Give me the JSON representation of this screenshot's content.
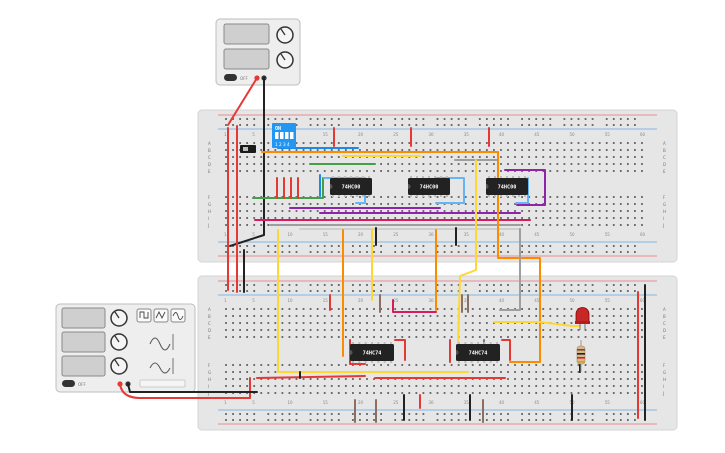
{
  "colors": {
    "board": "#e6e6e6",
    "board_edge": "#d4d4d4",
    "hole": "#5f5f5f",
    "rail_red": "#e53935",
    "rail_blue": "#1e88e5",
    "chip_body": "#222222",
    "chip_text": "#ffffff",
    "dip_switch": "#2196f3",
    "led": "#c62828",
    "resistor": "#d9b98a",
    "psu_body": "#eeeeee",
    "screen": "#cfcfcf"
  },
  "chips": [
    {
      "id": "chip-1",
      "label": "74HC00"
    },
    {
      "id": "chip-2",
      "label": "74HC00"
    },
    {
      "id": "chip-3",
      "label": "74HC00"
    },
    {
      "id": "chip-4",
      "label": "74HC74"
    },
    {
      "id": "chip-5",
      "label": "74HC74"
    }
  ],
  "dip_switch": {
    "label": "ON",
    "numbers": "1 2 3 4"
  },
  "power_top": {
    "button_label": "OFF"
  },
  "power_bottom": {
    "button_label": "OFF"
  },
  "board_top": {
    "col_numbers": [
      "1",
      "5",
      "10",
      "15",
      "20",
      "25",
      "30",
      "35",
      "40",
      "45",
      "50",
      "55",
      "60"
    ],
    "rows_a_e": [
      "A",
      "B",
      "C",
      "D",
      "E"
    ],
    "rows_f_j": [
      "F",
      "G",
      "H",
      "I",
      "J"
    ]
  },
  "board_bottom": {
    "col_numbers": [
      "1",
      "5",
      "10",
      "15",
      "20",
      "25",
      "30",
      "35",
      "40",
      "45",
      "50",
      "55",
      "60"
    ],
    "rows_a_e": [
      "A",
      "B",
      "C",
      "D",
      "E"
    ],
    "rows_f_j": [
      "F",
      "G",
      "H",
      "I",
      "J"
    ]
  }
}
